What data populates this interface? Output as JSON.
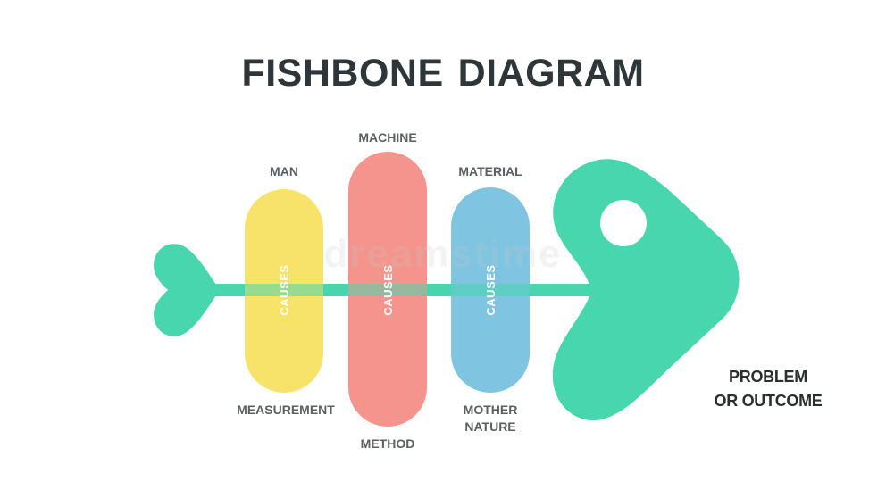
{
  "title": {
    "word1": "FISHBONE",
    "word2": "DIAGRAM"
  },
  "bones": [
    {
      "top_label": "MAN",
      "bottom_label": "MEASUREMENT",
      "bar_text": "CAUSES",
      "color": "#f8e36a"
    },
    {
      "top_label": "MACHINE",
      "bottom_label": "METHOD",
      "bar_text": "CAUSES",
      "color": "#f4948c"
    },
    {
      "top_label": "MATERIAL",
      "bottom_label_line1": "MOTHER",
      "bottom_label_line2": "NATURE",
      "bar_text": "CAUSES",
      "color": "#7fc4e0"
    }
  ],
  "outcome": {
    "line1": "PROBLEM",
    "line2": "OR OUTCOME"
  },
  "colors": {
    "fish": "#47d6ad",
    "title": "#2f3639",
    "label": "#5b5f62",
    "outcome": "#2a2e30",
    "background": "#ffffff"
  },
  "watermark": "dreamstime"
}
